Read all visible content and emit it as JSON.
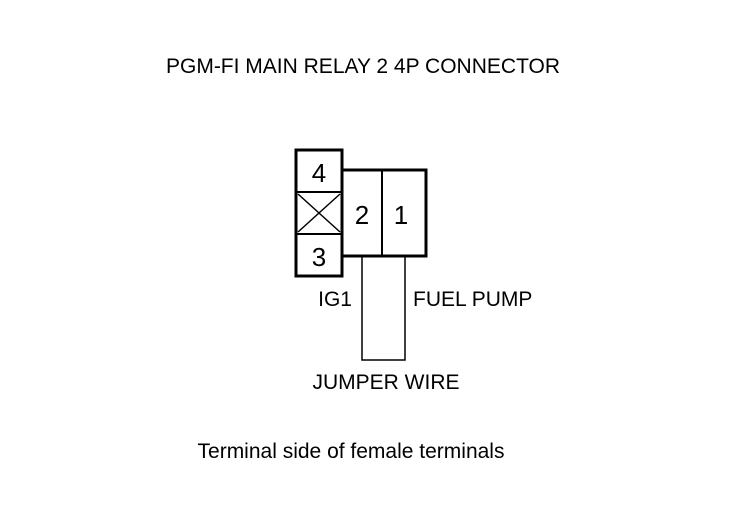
{
  "title": "PGM-FI MAIN RELAY 2 4P CONNECTOR",
  "connector": {
    "terminals": [
      {
        "number": "4"
      },
      {
        "number": "3"
      },
      {
        "number": "2"
      },
      {
        "number": "1"
      }
    ],
    "unused_cavity": "crossed"
  },
  "labels": {
    "left_wire": "IG1",
    "right_wire": "FUEL PUMP",
    "jumper": "JUMPER WIRE"
  },
  "caption": "Terminal side of female terminals",
  "colors": {
    "line": "#000000",
    "background": "#ffffff"
  }
}
